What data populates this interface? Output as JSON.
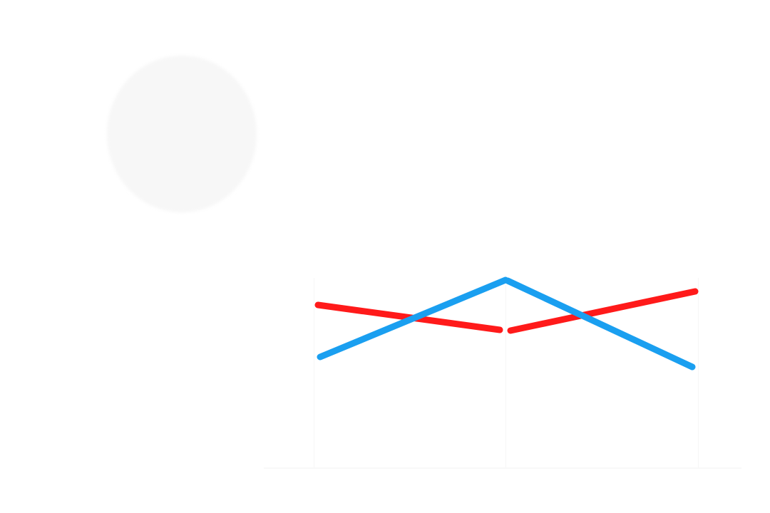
{
  "colors": {
    "background": "#ffffff",
    "red_stroke": "#ff1a1a",
    "blue_stroke": "#1a9ff0",
    "ghost": "#f7f7f7"
  },
  "strokes": [
    {
      "name": "red-stroke-left",
      "color": "red_stroke"
    },
    {
      "name": "red-stroke-right",
      "color": "red_stroke"
    },
    {
      "name": "blue-stroke-left",
      "color": "blue_stroke"
    },
    {
      "name": "blue-stroke-right",
      "color": "blue_stroke"
    }
  ]
}
